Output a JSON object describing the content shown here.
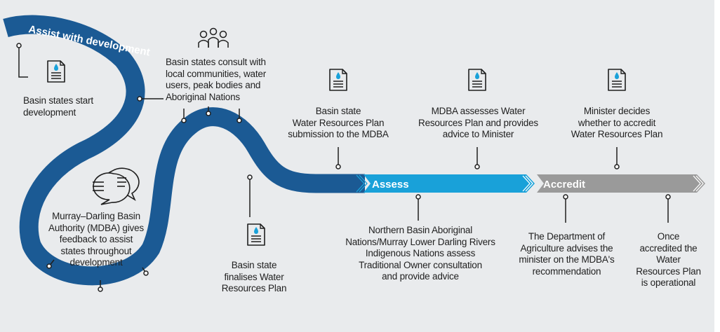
{
  "stages": {
    "assist": "Assist with development",
    "assess": "Assess",
    "accredit": "Accredit"
  },
  "steps": [
    {
      "id": "start",
      "text": "Basin states start\ndevelopment",
      "icon": "document-icon"
    },
    {
      "id": "consult",
      "text": "Basin states consult with\nlocal communities, water\nusers, peak bodies and\nAboriginal Nations",
      "icon": "people-icon"
    },
    {
      "id": "feedback",
      "text": "Murray–Darling Basin\nAuthority (MDBA) gives\nfeedback to assist\nstates throughout\ndevelopment",
      "icon": "speech-bubbles-icon"
    },
    {
      "id": "finalise",
      "text": "Basin state\nfinalises Water\nResources Plan",
      "icon": "document-icon"
    },
    {
      "id": "submit",
      "text": "Basin state\nWater Resources Plan\nsubmission to the MDBA",
      "icon": "document-icon"
    },
    {
      "id": "assesses",
      "text": "MDBA assesses Water\nResources Plan and provides\nadvice to Minister",
      "icon": "document-icon"
    },
    {
      "id": "decides",
      "text": "Minister decides\nwhether to accredit\nWater Resources Plan",
      "icon": "document-icon"
    },
    {
      "id": "nations",
      "text": "Northern Basin Aboriginal\nNations/Murray Lower Darling Rivers\nIndigenous Nations assess\nTraditional Owner consultation\nand provide advice"
    },
    {
      "id": "agriculture",
      "text": "The Department of\nAgriculture advises the\nminister on the MDBA's\nrecommendation"
    },
    {
      "id": "operational",
      "text": "Once\naccredited the\nWater\nResources Plan\nis operational"
    }
  ],
  "colors": {
    "background": "#e9ebed",
    "river": "#1b5a94",
    "assess": "#19a1d9",
    "accredit": "#9a9a9a",
    "line": "#1f1f1f",
    "water_drop": "#19a1d9"
  }
}
